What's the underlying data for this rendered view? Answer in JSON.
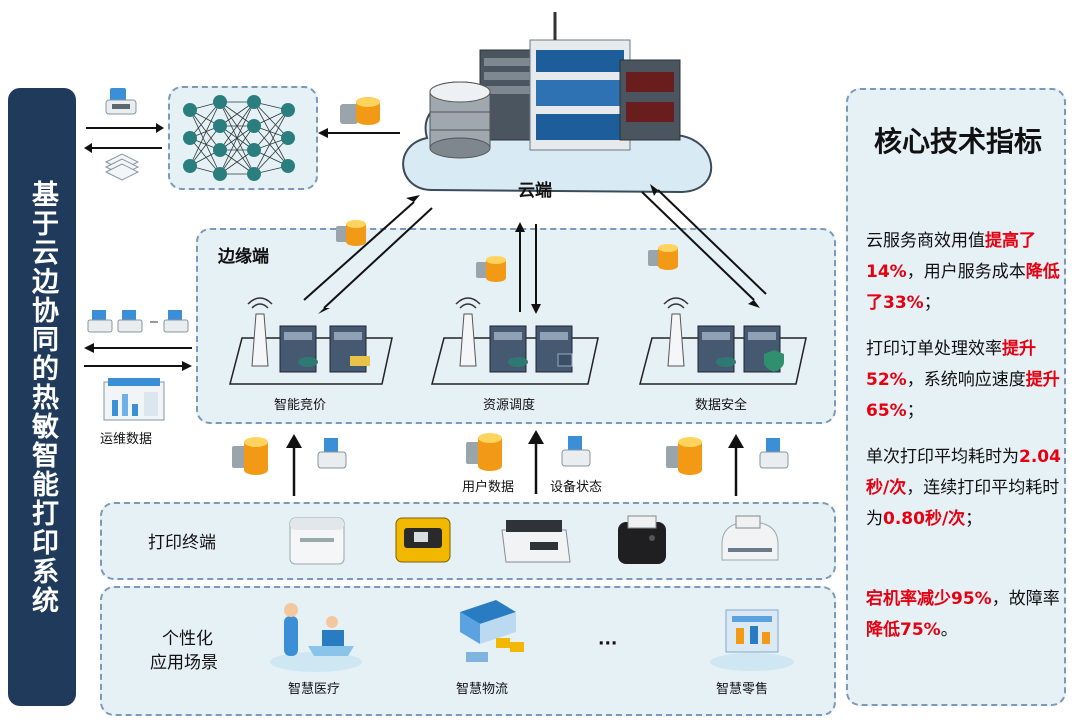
{
  "system_title": "基于云边协同的热敏智能打印系统",
  "cloud": {
    "label": "云端"
  },
  "edge": {
    "title": "边缘端",
    "nodes": [
      "智能竞价",
      "资源调度",
      "数据安全"
    ]
  },
  "left_side": {
    "ops_data_label": "运维数据"
  },
  "uplink_labels": {
    "user_data": "用户数据",
    "device_status": "设备状态"
  },
  "terminal": {
    "title": "打印终端"
  },
  "scenarios": {
    "title_line1": "个性化",
    "title_line2": "应用场景",
    "items": [
      "智慧医疗",
      "智慧物流",
      "智慧零售"
    ],
    "ellipsis": "···"
  },
  "metrics_panel": {
    "title": "核心技术指标",
    "m1": {
      "p1": "云服务商效用值",
      "r1": "提高了14%",
      "p2": "，用户服务成本",
      "r2": "降低了33%",
      "p3": "；"
    },
    "m2": {
      "p1": "打印订单处理效率",
      "r1": "提升52%",
      "p2": "，系统响应速度",
      "r2": "提升65%",
      "p3": "；"
    },
    "m3": {
      "p1": "单次打印平均耗时为",
      "r1": "2.04秒/次",
      "p2": "，连续打印平均耗时为",
      "r2": "0.80秒/次",
      "p3": "；"
    },
    "m4": {
      "r1": "宕机率减少95%",
      "p1": "，故障率",
      "r2": "降低75%",
      "p2": "。"
    }
  },
  "colors": {
    "navy": "#1f3a5a",
    "panel_bg": "#e6f1f6",
    "dash": "#7d98b8",
    "highlight": "#e50012",
    "node": "#2a7e7e",
    "printer_yellow": "#f2b800"
  }
}
